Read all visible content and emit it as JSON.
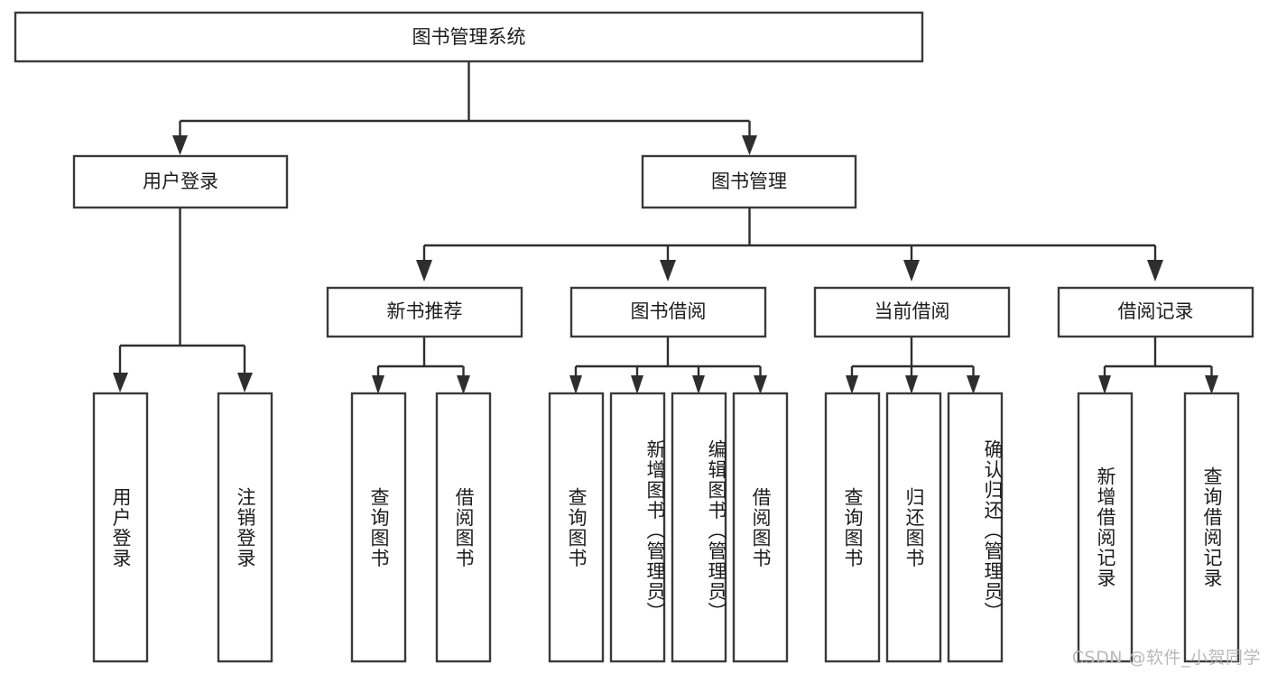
{
  "diagram": {
    "type": "tree-hierarchy-diagram",
    "title": "图书管理系统",
    "watermark": "CSDN @软件_小贺同学",
    "colors": {
      "box_stroke": "#3a3a3a",
      "box_fill": "#ffffff",
      "connector": "#2e2e2e",
      "text": "#1c1c1c",
      "watermark": "#b9b9b9",
      "background": "#ffffff"
    },
    "levels": {
      "root": {
        "label": "图书管理系统"
      },
      "level2": [
        {
          "label": "用户登录"
        },
        {
          "label": "图书管理"
        }
      ],
      "level3": [
        {
          "label": "新书推荐"
        },
        {
          "label": "图书借阅"
        },
        {
          "label": "当前借阅"
        },
        {
          "label": "借阅记录"
        }
      ],
      "leaves": [
        {
          "label": "用户登录",
          "parent": "用户登录"
        },
        {
          "label": "注销登录",
          "parent": "用户登录"
        },
        {
          "label": "查询图书",
          "parent": "新书推荐"
        },
        {
          "label": "借阅图书",
          "parent": "新书推荐"
        },
        {
          "label": "查询图书",
          "parent": "图书借阅"
        },
        {
          "label": "新增图书（管理员）",
          "parent": "图书借阅"
        },
        {
          "label": "编辑图书（管理员）",
          "parent": "图书借阅"
        },
        {
          "label": "借阅图书",
          "parent": "图书借阅"
        },
        {
          "label": "查询图书",
          "parent": "当前借阅"
        },
        {
          "label": "归还图书",
          "parent": "当前借阅"
        },
        {
          "label": "确认归还（管理员）",
          "parent": "当前借阅"
        },
        {
          "label": "新增借阅记录",
          "parent": "借阅记录"
        },
        {
          "label": "查询借阅记录",
          "parent": "借阅记录"
        }
      ]
    }
  }
}
